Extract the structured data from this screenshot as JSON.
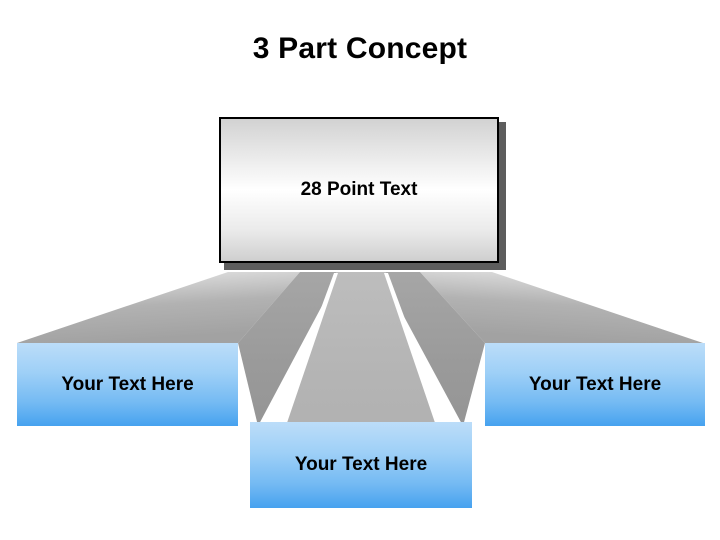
{
  "slide": {
    "title": "3 Part Concept",
    "background_color": "#ffffff"
  },
  "top_box": {
    "label": "28 Point Text",
    "border_color": "#000000",
    "shadow_color": "#5d5d5d",
    "fill_top_color": "#d2d2d2",
    "fill_mid_color": "#ffffff",
    "fill_bottom_color": "#cfcfcf"
  },
  "branches": [
    {
      "id": "left",
      "label": "Your Text Here",
      "wedge_color": "#a8a8a8",
      "panel_top_color": "#bcddf9",
      "panel_bottom_color": "#46a2ef"
    },
    {
      "id": "center",
      "label": "Your Text Here",
      "wedge_color": "#b4b4b4",
      "panel_top_color": "#bcddf9",
      "panel_bottom_color": "#46a2ef"
    },
    {
      "id": "right",
      "label": "Your Text Here",
      "wedge_color": "#a8a8a8",
      "panel_top_color": "#bcddf9",
      "panel_bottom_color": "#46a2ef"
    }
  ],
  "divider": {
    "color": "#ffffff"
  }
}
